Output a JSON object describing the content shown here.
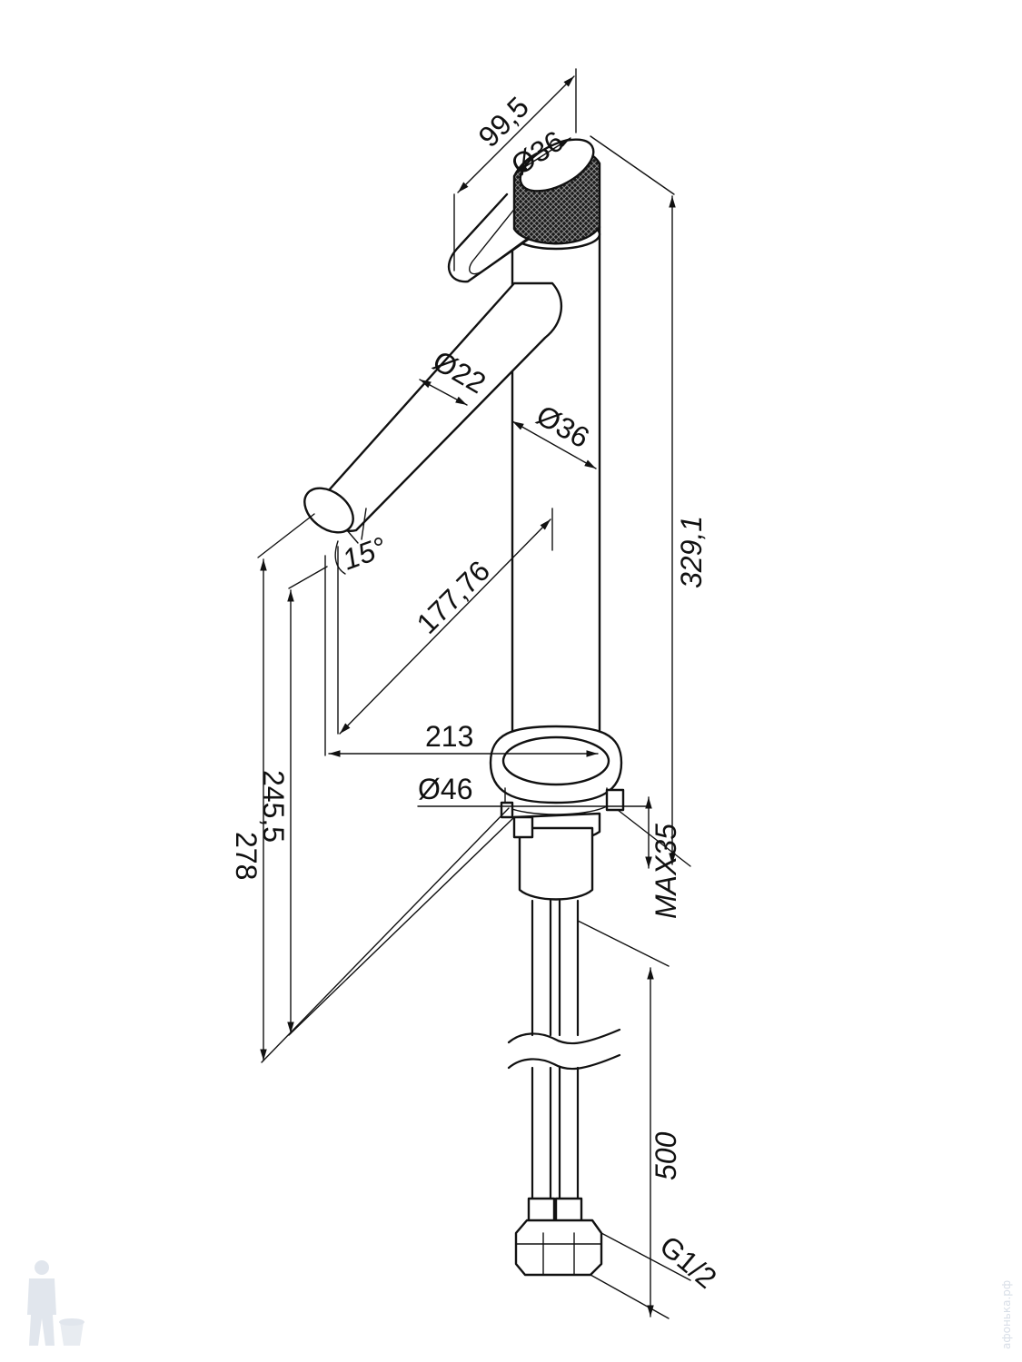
{
  "diagram": {
    "dimensions": {
      "handle_length": "99,5",
      "handle_diameter": "Ø36",
      "spout_diameter": "Ø22",
      "body_diameter": "Ø36",
      "total_height": "329,1",
      "spout_angle": "15°",
      "spout_reach_diag": "177,76",
      "reach": "213",
      "base_diameter": "Ø46",
      "max_deck": "MAX35",
      "height_278": "278",
      "height_245": "245,5",
      "hose_length": "500",
      "connection": "G1/2"
    },
    "watermark": "афонька.рф"
  }
}
